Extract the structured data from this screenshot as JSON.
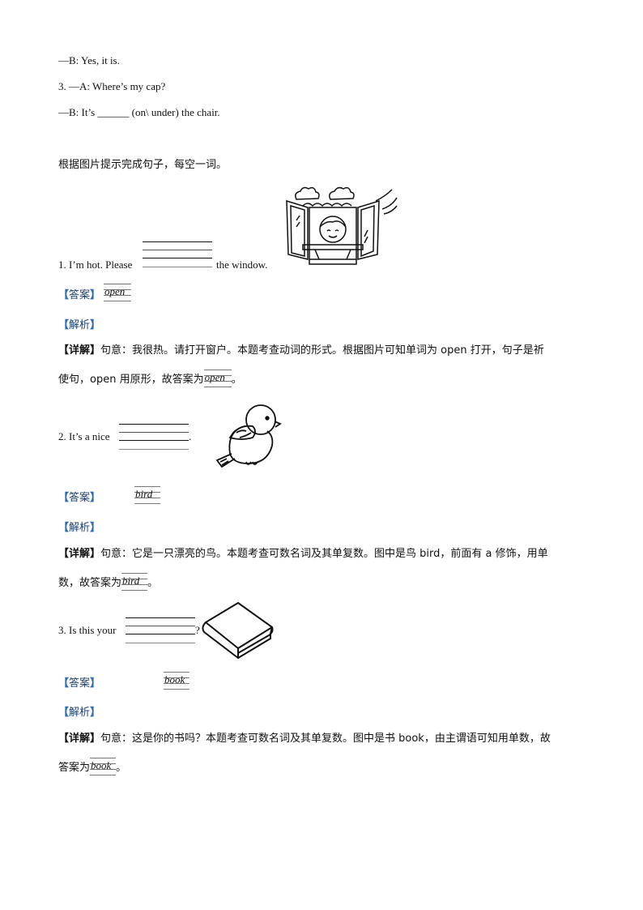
{
  "previous_section": {
    "line_b_yes": "—B:  Yes, it is.",
    "q3_a": "3. —A:  Where’s my cap?",
    "q3_b_prefix": "—B:  It’s",
    "q3_b_blank": "______",
    "q3_b_suffix": "(on\\ under) the chair."
  },
  "section_instruction": "根据图片提示完成句子，每空一词。",
  "labels": {
    "answer": "答案",
    "analysis": "解析",
    "detail": "【详解】"
  },
  "questions": [
    {
      "number": "1.",
      "prefix": "1. I’m hot. Please",
      "suffix": "the window.",
      "image": "boy-opening-window",
      "answer": "open",
      "detail_line1": "句意：我很热。请打开窗户。本题考查动词的形式。根据图片可知单词为 open 打开，句子是祈",
      "detail_line2_prefix": "使句，open 用原形，故答案为",
      "detail_line2_suffix": "。"
    },
    {
      "number": "2.",
      "prefix": "2. It’s a nice",
      "suffix": ".",
      "image": "bird",
      "answer": "bird",
      "detail_line1": "句意：它是一只漂亮的鸟。本题考查可数名词及其单复数。图中是鸟 bird，前面有 a 修饰，用单",
      "detail_line2_prefix": "数，故答案为",
      "detail_line2_suffix": "。"
    },
    {
      "number": "3.",
      "prefix": "3. Is this your",
      "suffix": "?",
      "image": "book",
      "answer": "book",
      "detail_line1": "句意：这是你的书吗？本题考查可数名词及其单复数。图中是书 book，由主谓语可知用单数，故",
      "detail_line2_prefix": "答案为",
      "detail_line2_suffix": "。"
    }
  ],
  "colors": {
    "label_bracket": "#2a6bb3",
    "label_text": "#1c3f6e",
    "text": "#111111"
  }
}
